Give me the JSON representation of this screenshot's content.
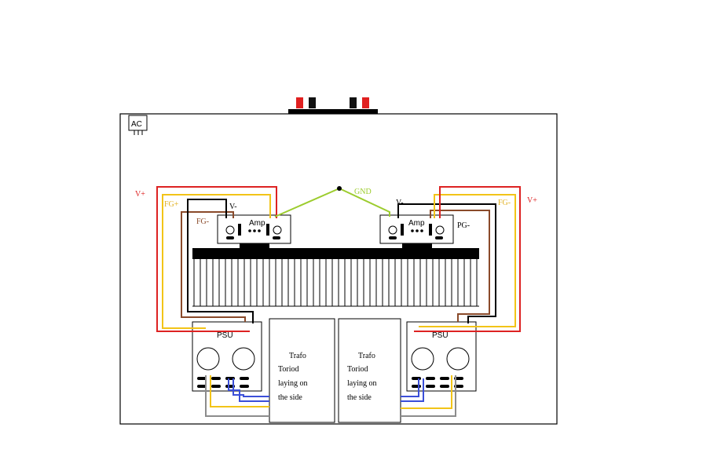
{
  "labels": {
    "ac": "AC",
    "gnd": "GND",
    "left_vplus": "V+",
    "left_fgplus": "FG+",
    "left_fgminus": "FG-",
    "left_vminus": "V-",
    "left_amp": "Amp",
    "right_vminus": "V-",
    "right_amp": "Amp",
    "right_pgminus": "PG-",
    "right_fgminus": "FG-",
    "right_vplus": "V+",
    "left_psu": "PSU",
    "right_psu": "PSU",
    "trafo_left": {
      "title": "Trafo",
      "line1": "Toriod",
      "line2": "laying on",
      "line3": "the side"
    },
    "trafo_right": {
      "title": "Trafo",
      "line1": "Toriod",
      "line2": "laying on",
      "line3": "the side"
    }
  },
  "colors": {
    "v_plus": "#dd2222",
    "fg_plus": "#f2c418",
    "fg_minus": "#8a4a2a",
    "v_minus": "#000000",
    "gnd": "#9ccc2e",
    "ac_blue": "#3b4fd8",
    "ac_yellow": "#f2c418",
    "ac_gray": "#8c8c8c"
  }
}
